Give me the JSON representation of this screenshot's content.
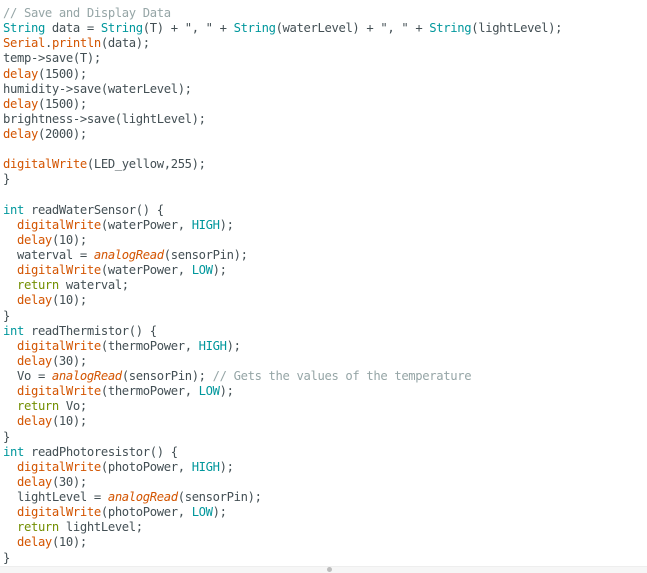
{
  "editor": {
    "language": "arduino-cpp",
    "colors": {
      "text": "#434f54",
      "type_keyword": "#00979c",
      "function": "#d35400",
      "constant": "#00979c",
      "return_keyword": "#728e00",
      "comment": "#95a5a6",
      "background": "#ffffff"
    },
    "lines": [
      [
        {
          "t": "// Save and Display Data",
          "c": "cmt"
        }
      ],
      [
        {
          "t": "String",
          "c": "kw-type"
        },
        {
          "t": " data = "
        },
        {
          "t": "String",
          "c": "kw-type"
        },
        {
          "t": "(T) + \", \" + "
        },
        {
          "t": "String",
          "c": "kw-type"
        },
        {
          "t": "(waterLevel) + \", \" + "
        },
        {
          "t": "String",
          "c": "kw-type"
        },
        {
          "t": "(lightLevel);"
        }
      ],
      [
        {
          "t": "Serial",
          "c": "kw-func"
        },
        {
          "t": "."
        },
        {
          "t": "println",
          "c": "kw-func"
        },
        {
          "t": "(data);"
        }
      ],
      [
        {
          "t": "temp->save(T);"
        }
      ],
      [
        {
          "t": "delay",
          "c": "kw-func"
        },
        {
          "t": "(1500);"
        }
      ],
      [
        {
          "t": "humidity->save(waterLevel);"
        }
      ],
      [
        {
          "t": "delay",
          "c": "kw-func"
        },
        {
          "t": "(1500);"
        }
      ],
      [
        {
          "t": "brightness->save(lightLevel);"
        }
      ],
      [
        {
          "t": "delay",
          "c": "kw-func"
        },
        {
          "t": "(2000);"
        }
      ],
      [],
      [
        {
          "t": "digitalWrite",
          "c": "kw-func"
        },
        {
          "t": "(LED_yellow,255);"
        }
      ],
      [
        {
          "t": "}"
        }
      ],
      [],
      [
        {
          "t": "int",
          "c": "kw-type"
        },
        {
          "t": " readWaterSensor() {"
        }
      ],
      [
        {
          "t": "  "
        },
        {
          "t": "digitalWrite",
          "c": "kw-func"
        },
        {
          "t": "(waterPower, "
        },
        {
          "t": "HIGH",
          "c": "kw-const"
        },
        {
          "t": ");"
        }
      ],
      [
        {
          "t": "  "
        },
        {
          "t": "delay",
          "c": "kw-func"
        },
        {
          "t": "(10);"
        }
      ],
      [
        {
          "t": "  waterval = "
        },
        {
          "t": "analogRead",
          "c": "kw-ital"
        },
        {
          "t": "(sensorPin);"
        }
      ],
      [
        {
          "t": "  "
        },
        {
          "t": "digitalWrite",
          "c": "kw-func"
        },
        {
          "t": "(waterPower, "
        },
        {
          "t": "LOW",
          "c": "kw-const"
        },
        {
          "t": ");"
        }
      ],
      [
        {
          "t": "  "
        },
        {
          "t": "return",
          "c": "kw-ret"
        },
        {
          "t": " waterval;"
        }
      ],
      [
        {
          "t": "  "
        },
        {
          "t": "delay",
          "c": "kw-func"
        },
        {
          "t": "(10);"
        }
      ],
      [
        {
          "t": "}"
        }
      ],
      [
        {
          "t": "int",
          "c": "kw-type"
        },
        {
          "t": " readThermistor() {"
        }
      ],
      [
        {
          "t": "  "
        },
        {
          "t": "digitalWrite",
          "c": "kw-func"
        },
        {
          "t": "(thermoPower, "
        },
        {
          "t": "HIGH",
          "c": "kw-const"
        },
        {
          "t": ");"
        }
      ],
      [
        {
          "t": "  "
        },
        {
          "t": "delay",
          "c": "kw-func"
        },
        {
          "t": "(30);"
        }
      ],
      [
        {
          "t": "  Vo = "
        },
        {
          "t": "analogRead",
          "c": "kw-ital"
        },
        {
          "t": "(sensorPin); "
        },
        {
          "t": "// Gets the values of the temperature",
          "c": "cmt"
        }
      ],
      [
        {
          "t": "  "
        },
        {
          "t": "digitalWrite",
          "c": "kw-func"
        },
        {
          "t": "(thermoPower, "
        },
        {
          "t": "LOW",
          "c": "kw-const"
        },
        {
          "t": ");"
        }
      ],
      [
        {
          "t": "  "
        },
        {
          "t": "return",
          "c": "kw-ret"
        },
        {
          "t": " Vo;"
        }
      ],
      [
        {
          "t": "  "
        },
        {
          "t": "delay",
          "c": "kw-func"
        },
        {
          "t": "(10);"
        }
      ],
      [
        {
          "t": "}"
        }
      ],
      [
        {
          "t": "int",
          "c": "kw-type"
        },
        {
          "t": " readPhotoresistor() {"
        }
      ],
      [
        {
          "t": "  "
        },
        {
          "t": "digitalWrite",
          "c": "kw-func"
        },
        {
          "t": "(photoPower, "
        },
        {
          "t": "HIGH",
          "c": "kw-const"
        },
        {
          "t": ");"
        }
      ],
      [
        {
          "t": "  "
        },
        {
          "t": "delay",
          "c": "kw-func"
        },
        {
          "t": "(30);"
        }
      ],
      [
        {
          "t": "  lightLevel = "
        },
        {
          "t": "analogRead",
          "c": "kw-ital"
        },
        {
          "t": "(sensorPin);"
        }
      ],
      [
        {
          "t": "  "
        },
        {
          "t": "digitalWrite",
          "c": "kw-func"
        },
        {
          "t": "(photoPower, "
        },
        {
          "t": "LOW",
          "c": "kw-const"
        },
        {
          "t": ");"
        }
      ],
      [
        {
          "t": "  "
        },
        {
          "t": "return",
          "c": "kw-ret"
        },
        {
          "t": " lightLevel;"
        }
      ],
      [
        {
          "t": "  "
        },
        {
          "t": "delay",
          "c": "kw-func"
        },
        {
          "t": "(10);"
        }
      ],
      [
        {
          "t": "}"
        }
      ]
    ]
  },
  "scrollbar": {
    "indicator": "scroll-position-dot"
  }
}
